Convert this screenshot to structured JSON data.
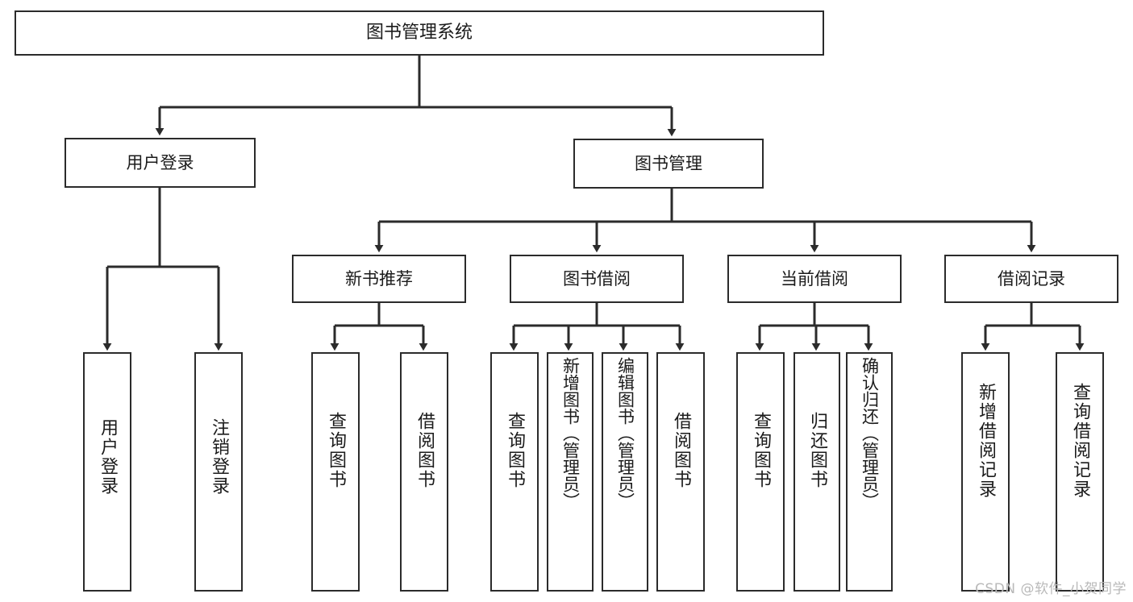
{
  "diagram": {
    "type": "tree-hierarchy-chart",
    "title": "图书管理系统",
    "orientation": "top-down",
    "line_color": "#2b2b2b",
    "box_fill": "#ffffff",
    "text_color": "#1b1b1b",
    "watermark": "CSDN @软件_小贺同学",
    "nodes": {
      "root": {
        "label": "图书管理系统",
        "level": 0,
        "text_direction": "horizontal"
      },
      "l1": [
        {
          "id": "user-login",
          "label": "用户登录",
          "level": 1,
          "text_direction": "horizontal"
        },
        {
          "id": "book-manage",
          "label": "图书管理",
          "level": 1,
          "text_direction": "horizontal"
        }
      ],
      "l2": [
        {
          "id": "new-book-recommend",
          "label": "新书推荐",
          "level": 2,
          "parent": "book-manage",
          "text_direction": "horizontal"
        },
        {
          "id": "book-borrow",
          "label": "图书借阅",
          "level": 2,
          "parent": "book-manage",
          "text_direction": "horizontal"
        },
        {
          "id": "current-borrow",
          "label": "当前借阅",
          "level": 2,
          "parent": "book-manage",
          "text_direction": "horizontal"
        },
        {
          "id": "borrow-record",
          "label": "借阅记录",
          "level": 2,
          "parent": "book-manage",
          "text_direction": "horizontal"
        }
      ],
      "leaves": [
        {
          "id": "leaf-user-login",
          "label": "用户登录",
          "parent": "user-login",
          "text_direction": "vertical"
        },
        {
          "id": "leaf-logout-login",
          "label": "注销登录",
          "parent": "user-login",
          "text_direction": "vertical"
        },
        {
          "id": "leaf-query-book-1",
          "label": "查询图书",
          "parent": "new-book-recommend",
          "text_direction": "vertical"
        },
        {
          "id": "leaf-borrow-book-1",
          "label": "借阅图书",
          "parent": "new-book-recommend",
          "text_direction": "vertical"
        },
        {
          "id": "leaf-query-book-2",
          "label": "查询图书",
          "parent": "book-borrow",
          "text_direction": "vertical"
        },
        {
          "id": "leaf-add-book",
          "label": "新增图书（管理员）",
          "parent": "book-borrow",
          "text_direction": "vertical"
        },
        {
          "id": "leaf-edit-book",
          "label": "编辑图书（管理员）",
          "parent": "book-borrow",
          "text_direction": "vertical"
        },
        {
          "id": "leaf-borrow-book-2",
          "label": "借阅图书",
          "parent": "book-borrow",
          "text_direction": "vertical"
        },
        {
          "id": "leaf-query-book-3",
          "label": "查询图书",
          "parent": "current-borrow",
          "text_direction": "vertical"
        },
        {
          "id": "leaf-return-book",
          "label": "归还图书",
          "parent": "current-borrow",
          "text_direction": "vertical"
        },
        {
          "id": "leaf-confirm-return",
          "label": "确认归还（管理员）",
          "parent": "current-borrow",
          "text_direction": "vertical"
        },
        {
          "id": "leaf-add-record",
          "label": "新增借阅记录",
          "parent": "borrow-record",
          "text_direction": "vertical"
        },
        {
          "id": "leaf-query-record",
          "label": "查询借阅记录",
          "parent": "borrow-record",
          "text_direction": "vertical"
        }
      ]
    }
  }
}
